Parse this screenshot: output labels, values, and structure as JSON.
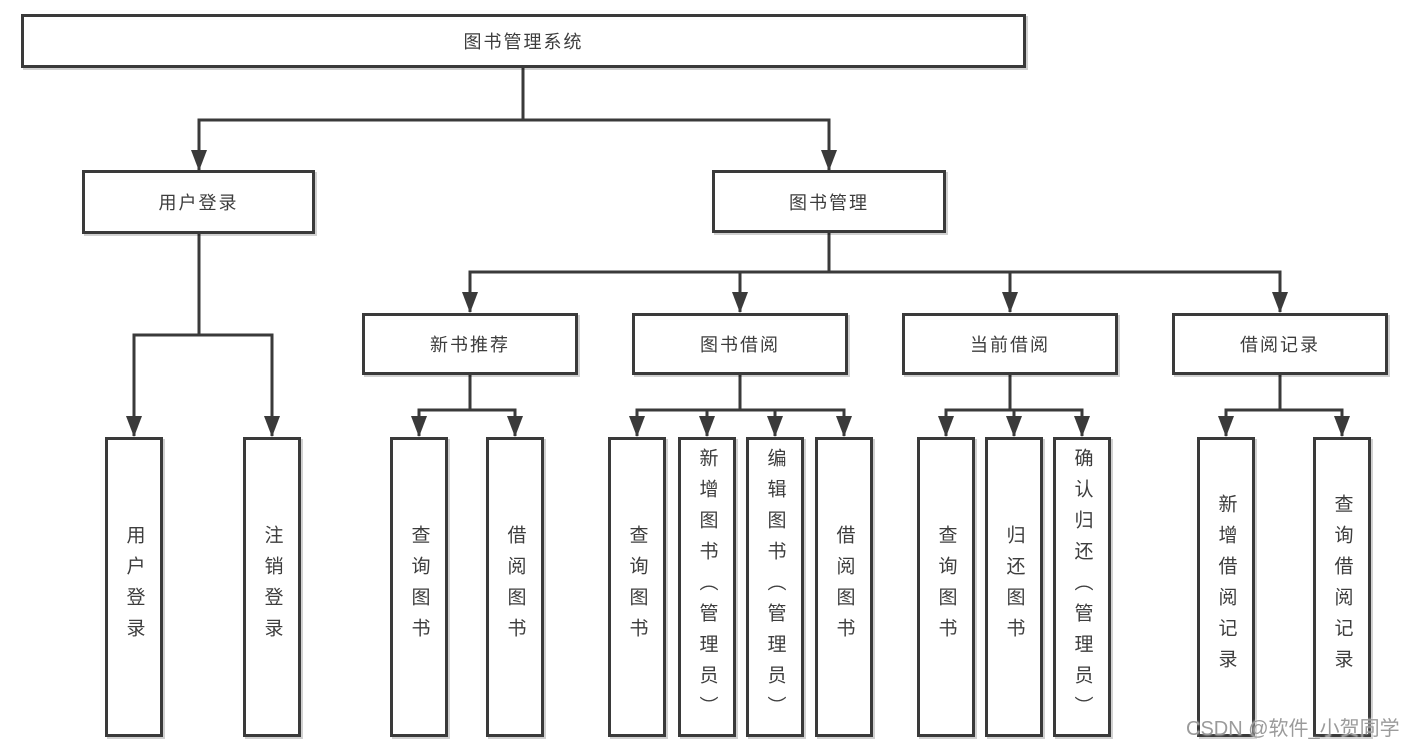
{
  "diagram": {
    "title": "图书管理系统",
    "root": {
      "label": "图书管理系统"
    },
    "level2": [
      {
        "label": "用户登录",
        "parent": "图书管理系统"
      },
      {
        "label": "图书管理",
        "parent": "图书管理系统"
      }
    ],
    "level3": [
      {
        "label": "新书推荐",
        "parent": "图书管理"
      },
      {
        "label": "图书借阅",
        "parent": "图书管理"
      },
      {
        "label": "当前借阅",
        "parent": "图书管理"
      },
      {
        "label": "借阅记录",
        "parent": "图书管理"
      }
    ],
    "leaves": [
      {
        "label": "用户登录",
        "parent": "用户登录"
      },
      {
        "label": "注销登录",
        "parent": "用户登录"
      },
      {
        "label": "查询图书",
        "parent": "新书推荐"
      },
      {
        "label": "借阅图书",
        "parent": "新书推荐"
      },
      {
        "label": "查询图书",
        "parent": "图书借阅"
      },
      {
        "label": "新增图书（管理员）",
        "parent": "图书借阅"
      },
      {
        "label": "编辑图书（管理员）",
        "parent": "图书借阅"
      },
      {
        "label": "借阅图书",
        "parent": "图书借阅"
      },
      {
        "label": "查询图书",
        "parent": "当前借阅"
      },
      {
        "label": "归还图书",
        "parent": "当前借阅"
      },
      {
        "label": "确认归还（管理员）",
        "parent": "当前借阅"
      },
      {
        "label": "新增借阅记录",
        "parent": "借阅记录"
      },
      {
        "label": "查询借阅记录",
        "parent": "借阅记录"
      }
    ]
  },
  "watermark": {
    "text": "CSDN @软件_小贺同学"
  },
  "colors": {
    "line": "#3a3a3a",
    "text": "#3d3d3d",
    "background": "#ffffff",
    "watermark": "#9b9b9b"
  }
}
